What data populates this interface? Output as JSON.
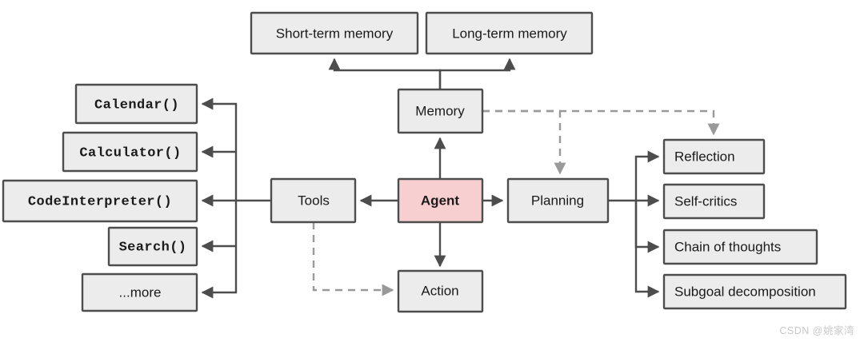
{
  "diagram": {
    "type": "flowchart",
    "background_color": "#ffffff",
    "node_fill": "#ececec",
    "node_stroke": "#4d4d4d",
    "accent_fill": "#f8cfd1",
    "dashed_stroke": "#999999",
    "nodes": {
      "short_term_memory": "Short-term memory",
      "long_term_memory": "Long-term memory",
      "memory": "Memory",
      "agent": "Agent",
      "tools": "Tools",
      "planning": "Planning",
      "action": "Action",
      "calendar": "Calendar()",
      "calculator": "Calculator()",
      "code_interpreter": "CodeInterpreter()",
      "search": "Search()",
      "more": "...more",
      "reflection": "Reflection",
      "self_critics": "Self-critics",
      "chain_of_thoughts": "Chain of thoughts",
      "subgoal_decomposition": "Subgoal decomposition"
    }
  },
  "watermark": {
    "text": "CSDN @姚家湾"
  }
}
